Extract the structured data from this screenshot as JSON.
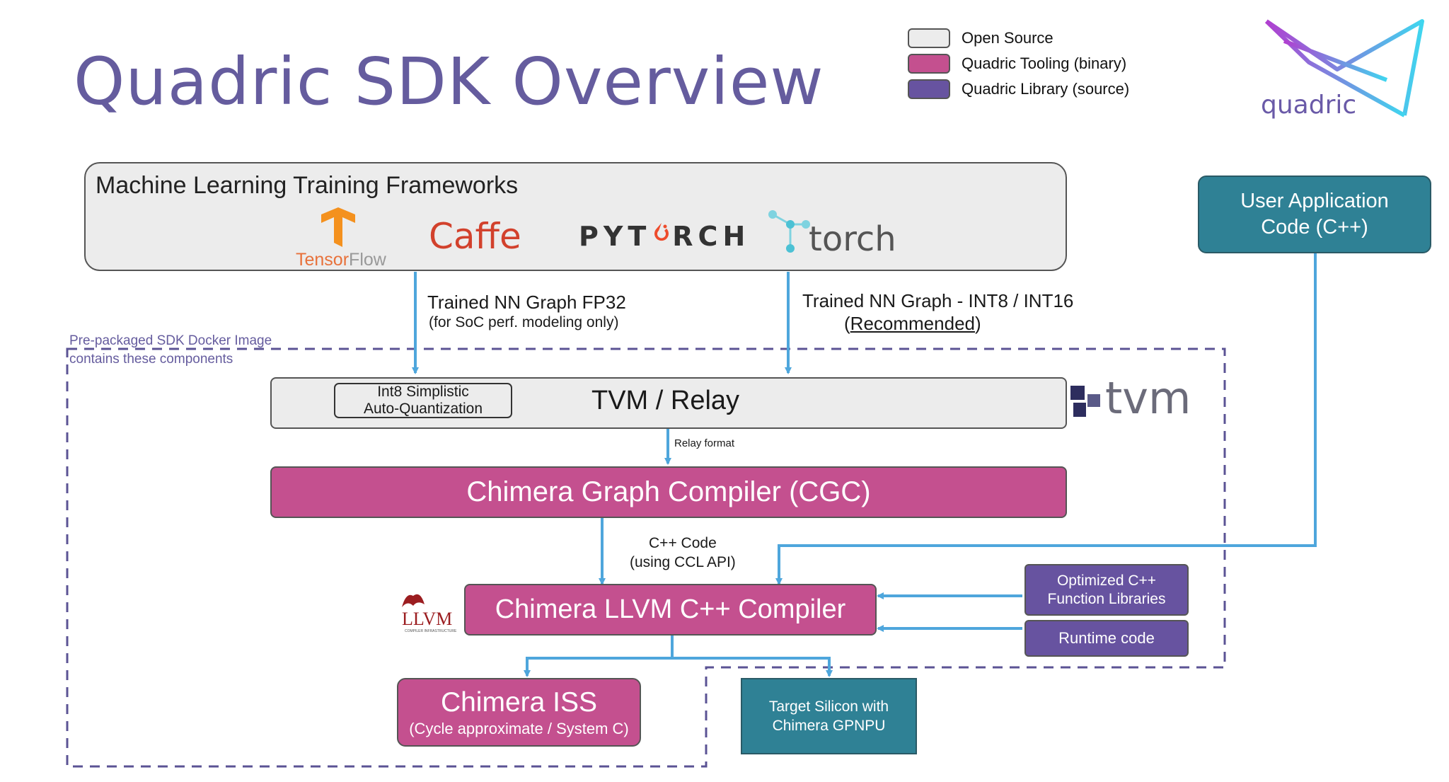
{
  "title": "Quadric SDK Overview",
  "legend": [
    {
      "label": "Open Source",
      "color": "#ececec"
    },
    {
      "label": "Quadric Tooling (binary)",
      "color": "#c4508f"
    },
    {
      "label": "Quadric Library (source)",
      "color": "#6753a0"
    }
  ],
  "brand": {
    "name": "quadric"
  },
  "ml_frameworks": {
    "title": "Machine Learning Training Frameworks",
    "logos": {
      "tensorflow": {
        "tensor": "Tensor",
        "flow": "Flow"
      },
      "caffe": "Caffe",
      "pytorch": {
        "left": "PYT",
        "right": "RCH"
      },
      "torch": "torch"
    }
  },
  "user_app": "User Application Code (C++)",
  "edges": {
    "fp32_line1": "Trained NN Graph FP32",
    "fp32_line2": "(for SoC perf. modeling only)",
    "int_line1": "Trained NN Graph - INT8 / INT16",
    "int_open": "(",
    "int_recommended": "Recommended",
    "int_close": ")",
    "relay_format": "Relay format",
    "cpp_line1": "C++ Code",
    "cpp_line2": "(using CCL API)"
  },
  "docker": {
    "line1": "Pre-packaged SDK Docker Image",
    "line2": "contains these components"
  },
  "tvm": {
    "title": "TVM / Relay",
    "quant_line1": "Int8 Simplistic",
    "quant_line2": "Auto-Quantization",
    "logo": "tvm"
  },
  "cgc": "Chimera Graph Compiler (CGC)",
  "llvm_compiler": "Chimera LLVM C++ Compiler",
  "llvm_logo": {
    "text": "LLVM",
    "sub": "COMPILER INFRASTRUCTURE"
  },
  "libraries": {
    "optimized_line1": "Optimized C++",
    "optimized_line2": "Function Libraries",
    "runtime": "Runtime code"
  },
  "iss": {
    "title": "Chimera ISS",
    "subtitle": "(Cycle approximate / System C)"
  },
  "silicon": {
    "line1": "Target Silicon with",
    "line2": "Chimera GPNPU"
  },
  "colors": {
    "title": "#655c9e",
    "arrow": "#4ea6dc",
    "dashed": "#5b5394",
    "tooling": "#c4508f",
    "library": "#6753a0",
    "teal": "#2f8195",
    "open": "#ececec"
  }
}
